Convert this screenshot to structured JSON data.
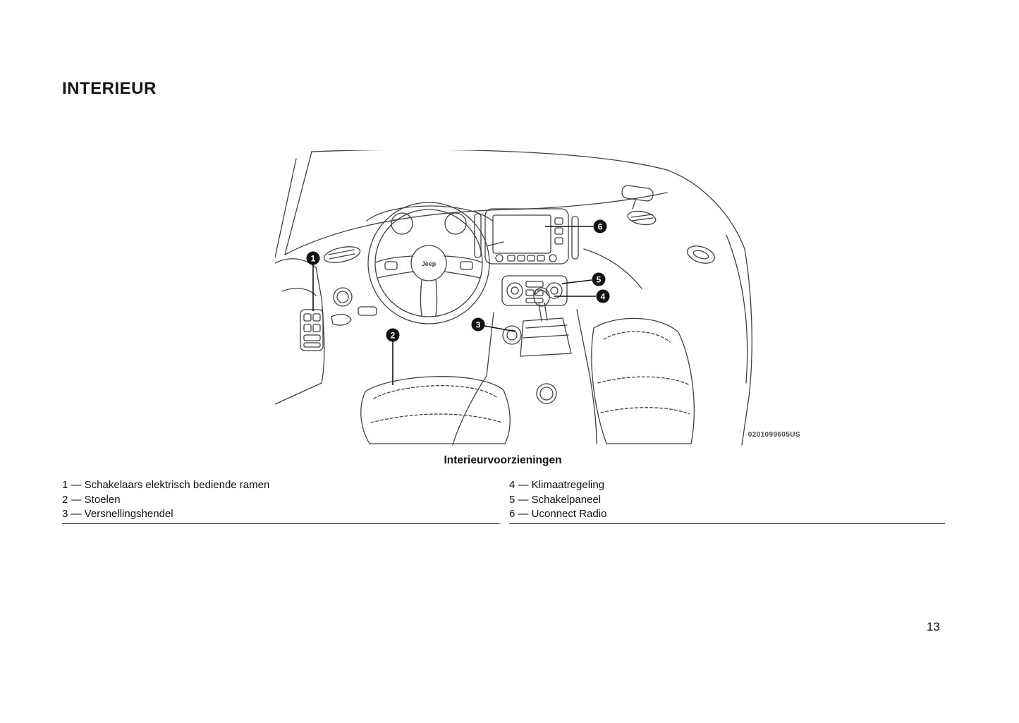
{
  "page": {
    "title": "INTERIEUR",
    "page_number": "13"
  },
  "figure": {
    "caption": "Interieurvoorzieningen",
    "image_code": "0201099605US",
    "wheel_logo": "Jeep",
    "callouts": [
      "1",
      "2",
      "3",
      "4",
      "5",
      "6"
    ]
  },
  "legend": {
    "left": [
      "1 — Schakelaars elektrisch bediende ramen",
      "2 — Stoelen",
      "3 — Versnellingshendel"
    ],
    "right": [
      "4 — Klimaatregeling",
      "5 — Schakelpaneel",
      "6 — Uconnect Radio"
    ]
  }
}
